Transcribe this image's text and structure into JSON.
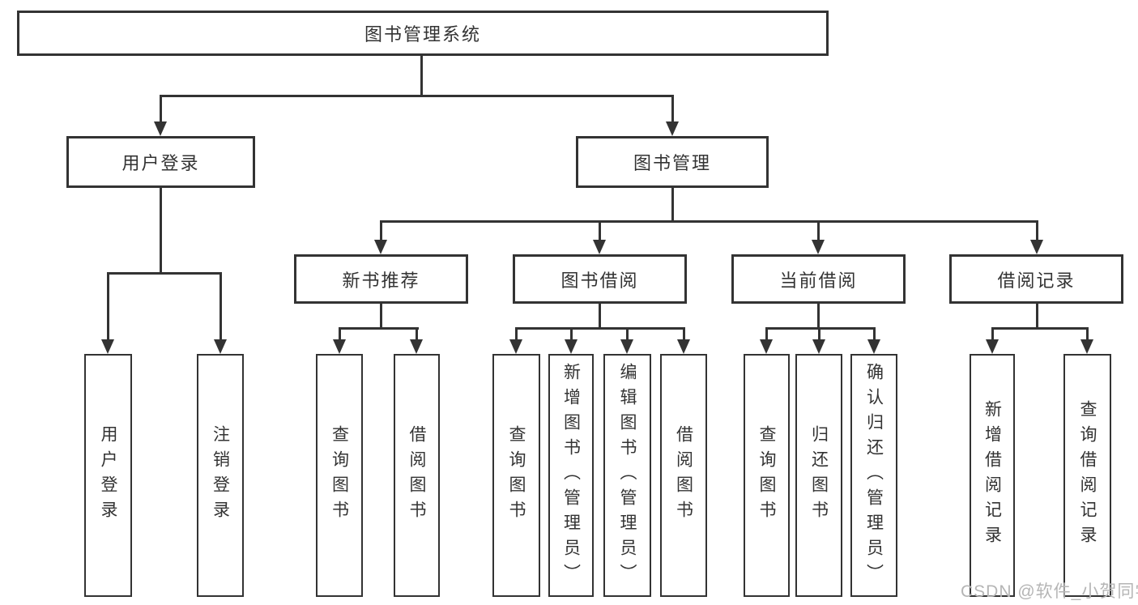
{
  "diagram_title": "图书管理系统",
  "watermark": "CSDN @软件_小贺同学",
  "colors": {
    "line": "#333333",
    "background": "#ffffff",
    "text": "#333333",
    "watermark": "#b5b5b5"
  },
  "tree": {
    "root": {
      "label": "图书管理系统"
    },
    "branches": [
      {
        "label": "用户登录",
        "children": [
          {
            "label": "用户登录"
          },
          {
            "label": "注销登录"
          }
        ]
      },
      {
        "label": "图书管理",
        "children": [
          {
            "label": "新书推荐",
            "children": [
              {
                "label": "查询图书"
              },
              {
                "label": "借阅图书"
              }
            ]
          },
          {
            "label": "图书借阅",
            "children": [
              {
                "label": "查询图书"
              },
              {
                "label": "新增图书（管理员）"
              },
              {
                "label": "编辑图书（管理员）"
              },
              {
                "label": "借阅图书"
              }
            ]
          },
          {
            "label": "当前借阅",
            "children": [
              {
                "label": "查询图书"
              },
              {
                "label": "归还图书"
              },
              {
                "label": "确认归还（管理员）"
              }
            ]
          },
          {
            "label": "借阅记录",
            "children": [
              {
                "label": "新增借阅记录"
              },
              {
                "label": "查询借阅记录"
              }
            ]
          }
        ]
      }
    ]
  }
}
